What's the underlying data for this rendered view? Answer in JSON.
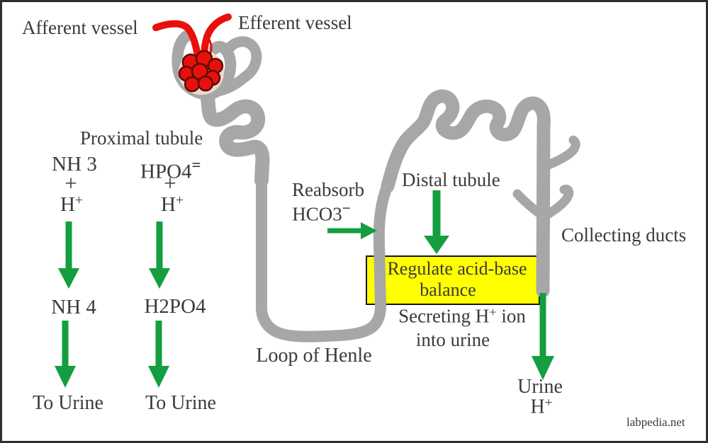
{
  "colors": {
    "bg": "#ffffff",
    "frame": "#2e2e2e",
    "gray": "#a7a7a7",
    "ink": "#3b3b3b",
    "green": "#149e3f",
    "red": "#e8100b",
    "reddark": "#5c0c06",
    "pink": "#f1d8cd",
    "yellow": "#ffff00",
    "boxline": "#161616"
  },
  "labels": {
    "afferent_vessel": "Afferent vessel",
    "efferent_vessel": "Efferent vessel",
    "proximal_tubule": "Proximal tubule",
    "distal_tubule": "Distal tubule",
    "collecting_ducts": "Collecting ducts",
    "loop_of_henle": "Loop of Henle",
    "watermark": "labpedia.net"
  },
  "ammonia_pathway": {
    "reactant": "NH 3",
    "plus": "+",
    "ion_base": "H",
    "ion_sup": "+",
    "product": "NH 4",
    "destination": "To Urine"
  },
  "phosphate_pathway": {
    "reactant_base": "HPO4",
    "reactant_sup": "=",
    "plus": "+",
    "ion_base": "H",
    "ion_sup": "+",
    "product": "H2PO4",
    "destination": "To Urine"
  },
  "reabsorb": {
    "line1": "Reabsorb",
    "line2_base": "HCO3",
    "line2_sup": "−"
  },
  "regulate_box": {
    "line1": "Regulate acid-base",
    "line2": "balance"
  },
  "secreting": {
    "pre": "Secreting H",
    "sup": "+",
    "post": " ion",
    "line2": "into urine"
  },
  "urine_output": {
    "line1": "Urine",
    "ion_base": "H",
    "ion_sup": "+"
  }
}
